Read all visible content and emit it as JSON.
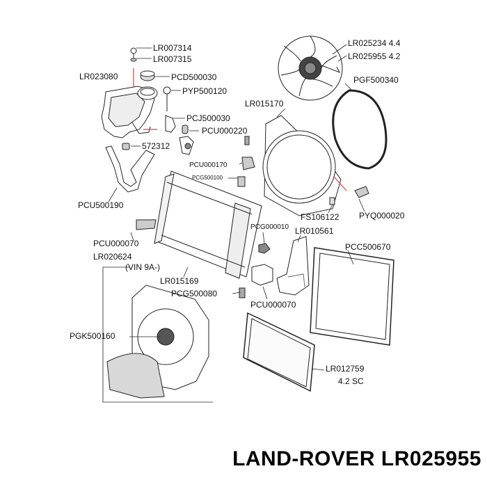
{
  "parts": {
    "lr007314": "LR007314",
    "lr007315": "LR007315",
    "lr023080": "LR023080",
    "pcd500030": "PCD500030",
    "pyp500120": "PYP500120",
    "pcj500030": "PCJ500030",
    "pcu000220": "PCU000220",
    "p572312": "572312",
    "pcu500190": "PCU500190",
    "pcu000170": "PCU000170",
    "pcg500100": "PCG500100",
    "lr025234": "LR025234 4.4",
    "lr025955": "LR025955 4.2",
    "pgf500340": "PGF500340",
    "lr015170": "LR015170",
    "fs106122": "FS106122",
    "pyq000020": "PYQ000020",
    "pcg000010": "PCG000010",
    "lr010561": "LR010561",
    "pcu000070_a": "PCU000070",
    "lr020624": "LR020624",
    "vin": "(VIN 9A-)",
    "lr015169": "LR015169",
    "pcg500080": "PCG500080",
    "pcu000070_b": "PCU000070",
    "pcc500670": "PCC500670",
    "pgk500160": "PGK500160",
    "lr012759": "LR012759",
    "sc42": "4.2 SC"
  },
  "footer": {
    "brand_part": "LAND-ROVER LR025955"
  },
  "colors": {
    "line": "#222222",
    "accent_leader": "#e04040",
    "fill": "#ffffff",
    "shade": "#d8d8d8"
  }
}
